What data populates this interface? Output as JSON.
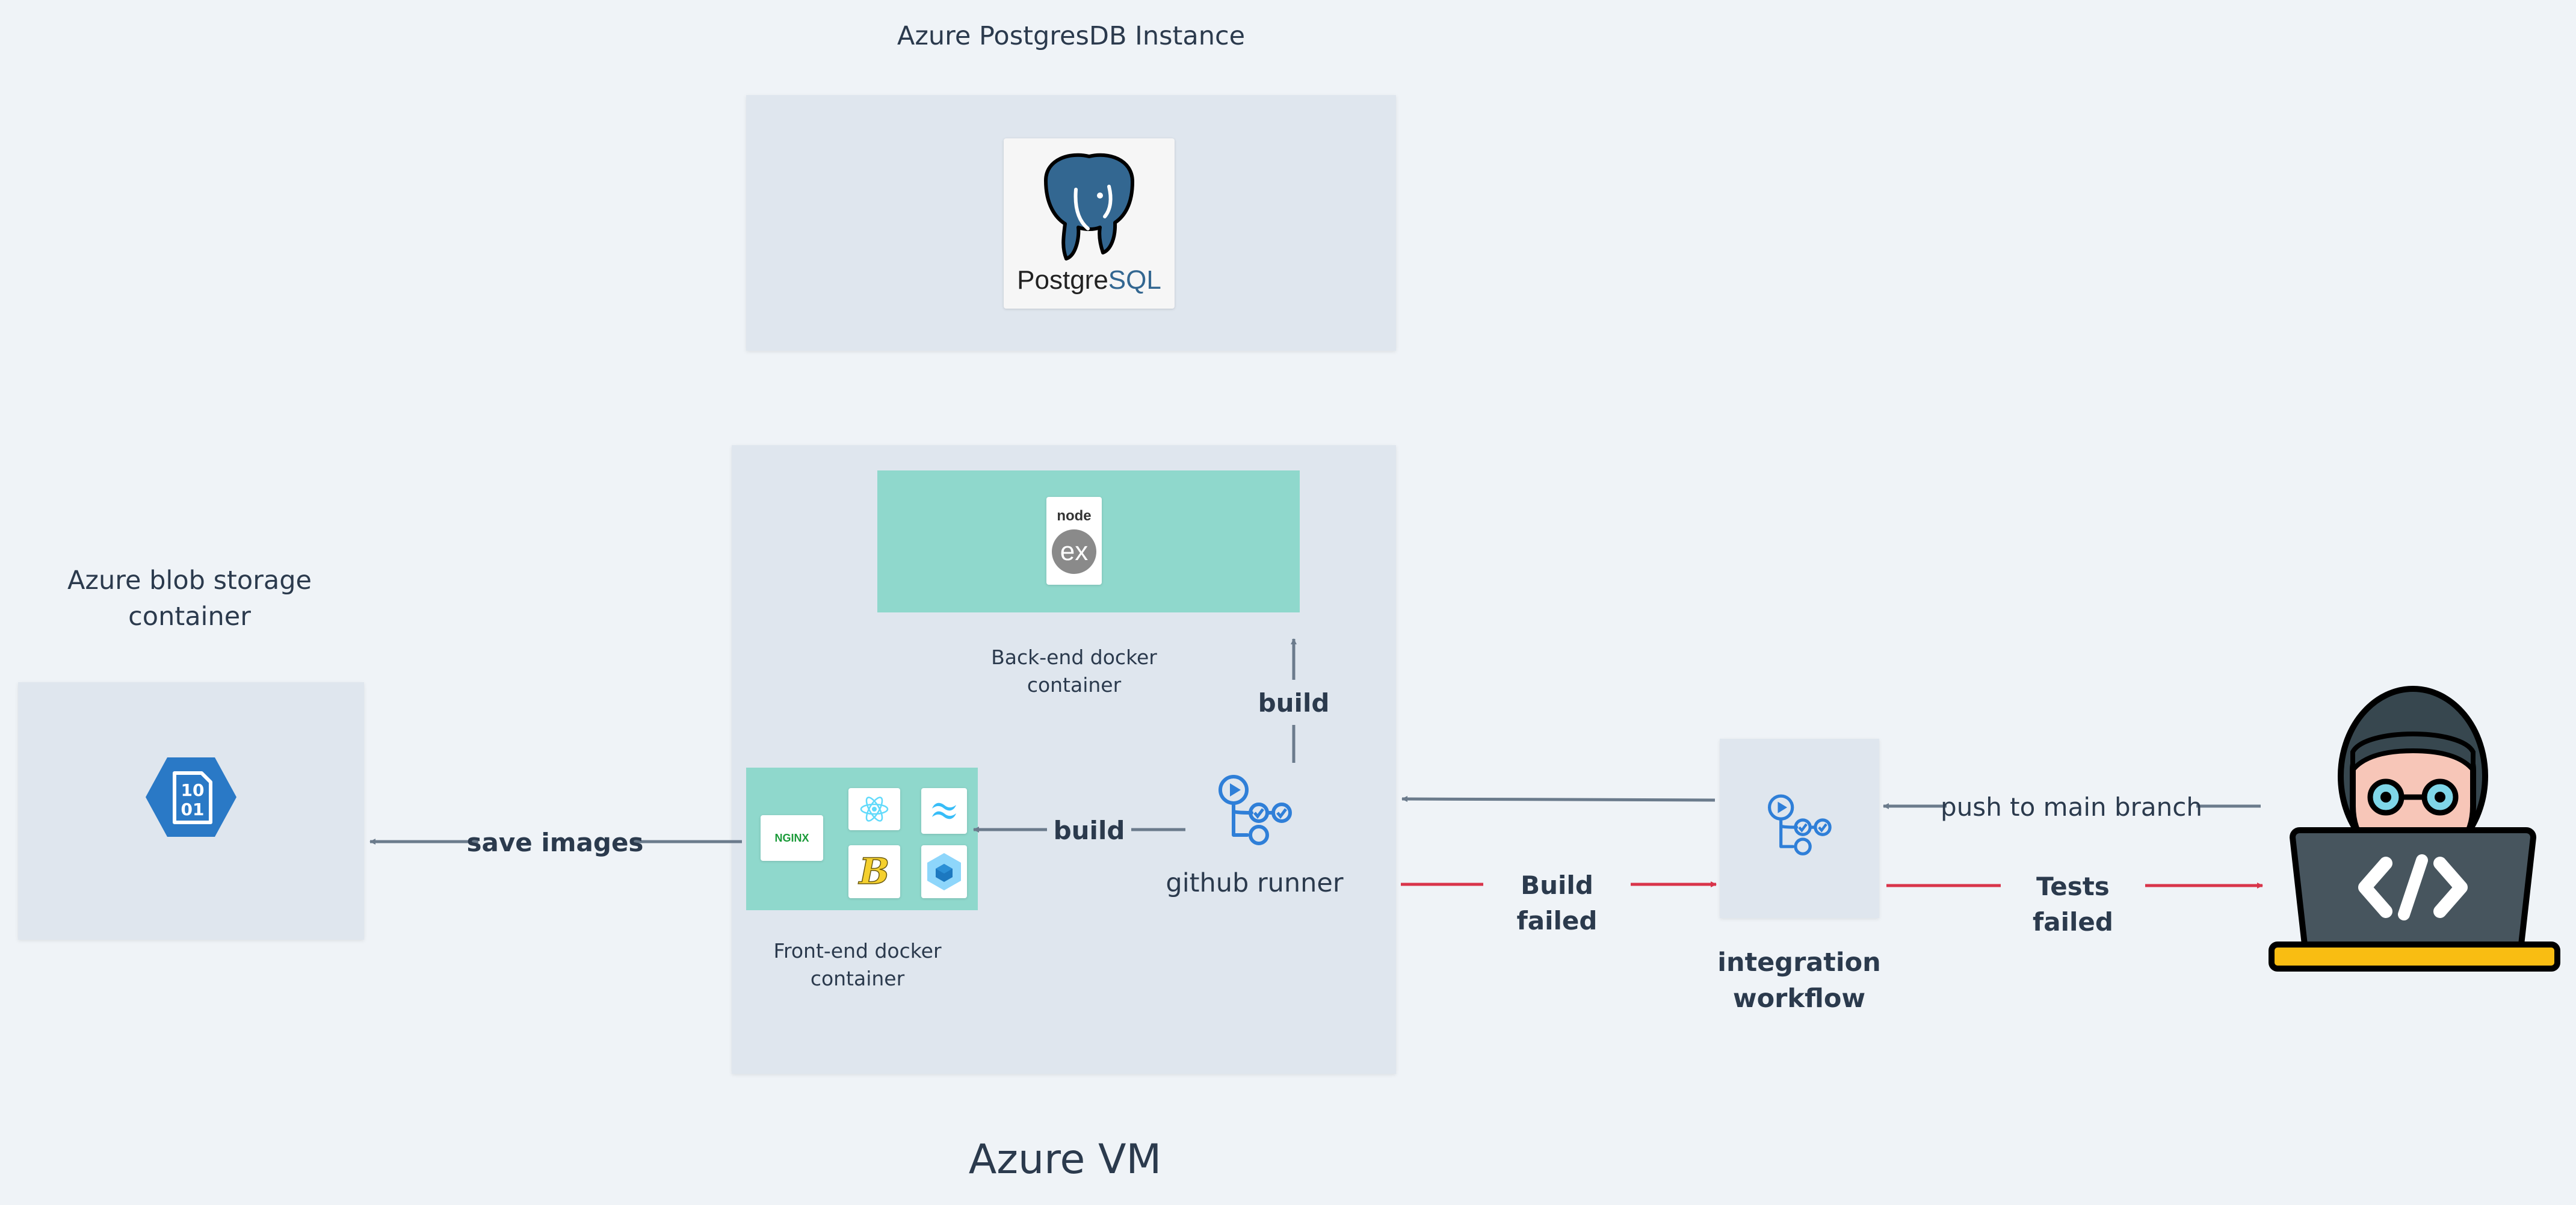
{
  "titles": {
    "postgres_instance": "Azure PostgresDB Instance",
    "blob_storage": "Azure blob storage container",
    "azure_vm": "Azure VM",
    "backend_container": "Back-end docker container",
    "frontend_container": "Front-end docker container",
    "github_runner": "github runner",
    "integration_workflow": "integration workflow"
  },
  "logos": {
    "postgres_text_a": "Postgre",
    "postgres_text_b": "SQL",
    "node": "node",
    "express": "ex",
    "nginx": "NGINX",
    "blob_bits_top": "10",
    "blob_bits_bottom": "01"
  },
  "edges": {
    "build_up": "build",
    "build_left": "build",
    "save_images": "save images",
    "build_failed": "Build failed",
    "push_main": "push to main branch",
    "tests_failed": "Tests failed"
  },
  "colors": {
    "background": "#eff3f7",
    "panel": "#dfe6ee",
    "container": "#8fd8cc",
    "arrow_gray": "#6b7b8c",
    "arrow_red": "#d9344a",
    "github_blue": "#2f7fd8",
    "azure_blue": "#2a79c6",
    "postgres_blue": "#336791"
  }
}
